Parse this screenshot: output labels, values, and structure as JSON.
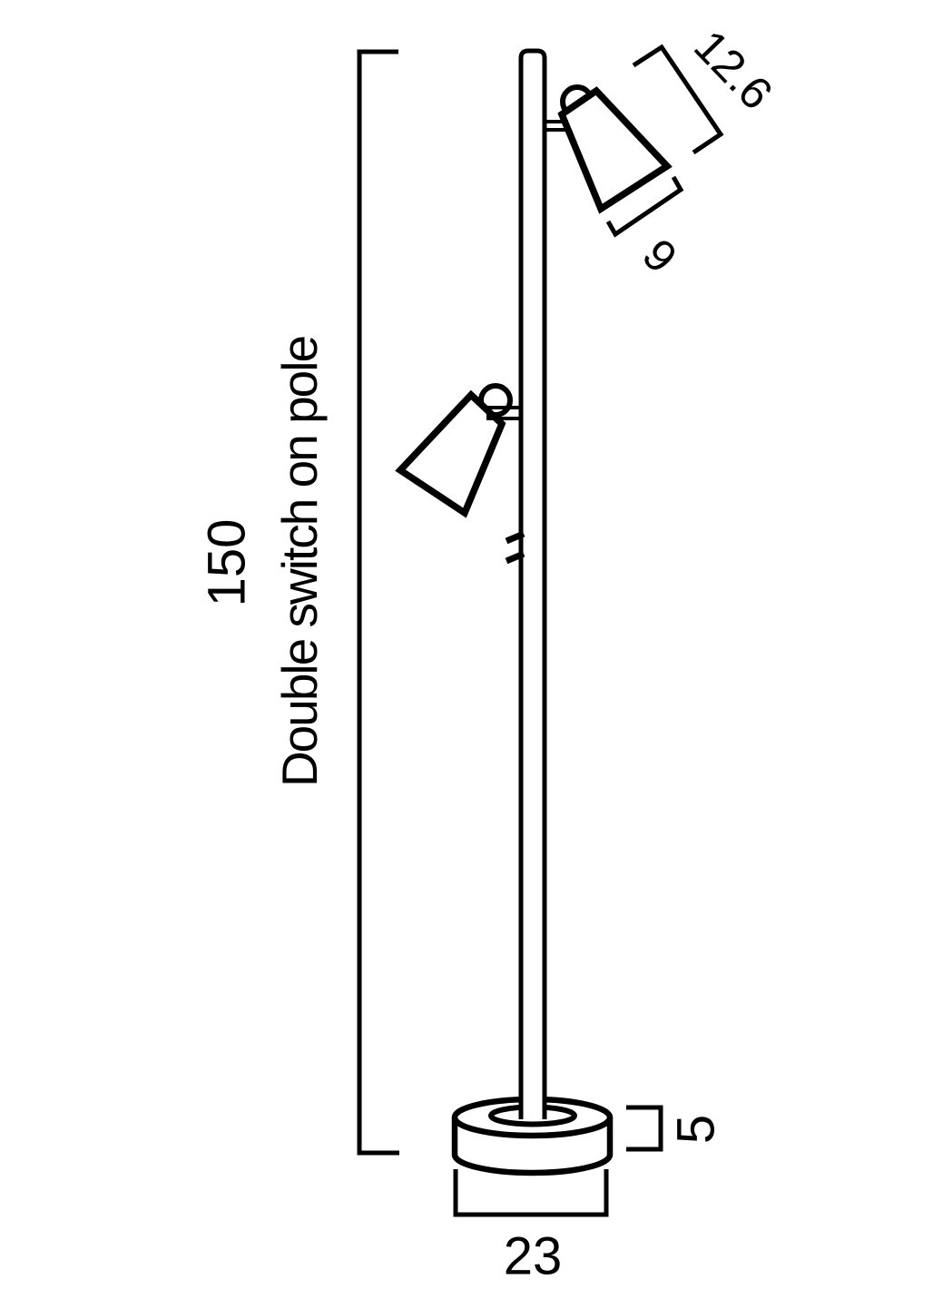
{
  "colors": {
    "ink": "#000000",
    "background": "#ffffff"
  },
  "labels": {
    "height": "150",
    "pole_note": "Double switch on pole",
    "base_diameter": "23",
    "base_height": "5",
    "head_length": "12.6",
    "head_opening_width": "9"
  }
}
